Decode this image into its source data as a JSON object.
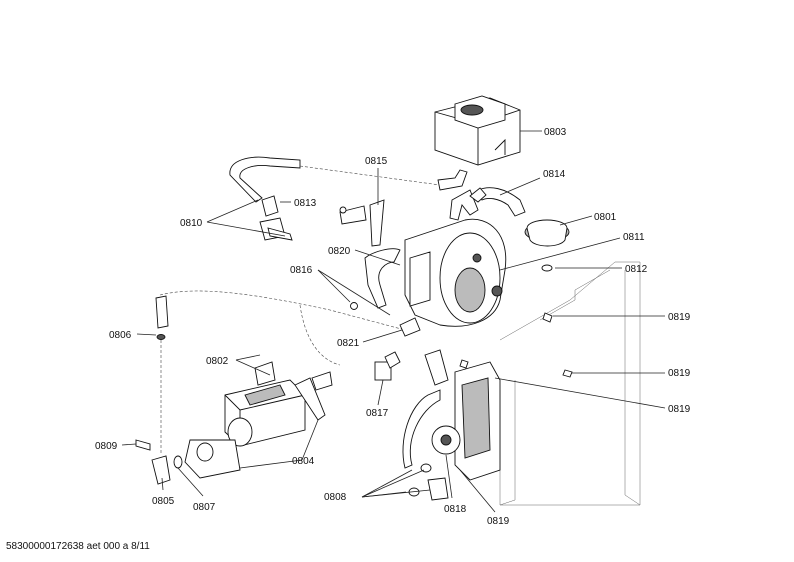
{
  "parts": [
    {
      "id": "p0803",
      "label": "0803"
    },
    {
      "id": "p0815",
      "label": "0815"
    },
    {
      "id": "p0814",
      "label": "0814"
    },
    {
      "id": "p0813",
      "label": "0813"
    },
    {
      "id": "p0801",
      "label": "0801"
    },
    {
      "id": "p0810",
      "label": "0810"
    },
    {
      "id": "p0811",
      "label": "0811"
    },
    {
      "id": "p0820",
      "label": "0820"
    },
    {
      "id": "p0812",
      "label": "0812"
    },
    {
      "id": "p0816",
      "label": "0816"
    },
    {
      "id": "p0819a",
      "label": "0819"
    },
    {
      "id": "p0806",
      "label": "0806"
    },
    {
      "id": "p0821",
      "label": "0821"
    },
    {
      "id": "p0802",
      "label": "0802"
    },
    {
      "id": "p0819b",
      "label": "0819"
    },
    {
      "id": "p0819c",
      "label": "0819"
    },
    {
      "id": "p0817",
      "label": "0817"
    },
    {
      "id": "p0809",
      "label": "0809"
    },
    {
      "id": "p0804",
      "label": "0804"
    },
    {
      "id": "p0808",
      "label": "0808"
    },
    {
      "id": "p0805",
      "label": "0805"
    },
    {
      "id": "p0807",
      "label": "0807"
    },
    {
      "id": "p0818",
      "label": "0818"
    },
    {
      "id": "p0819d",
      "label": "0819"
    }
  ],
  "footer": {
    "document_id": "58300000172638 aet 000 a 8/11"
  }
}
